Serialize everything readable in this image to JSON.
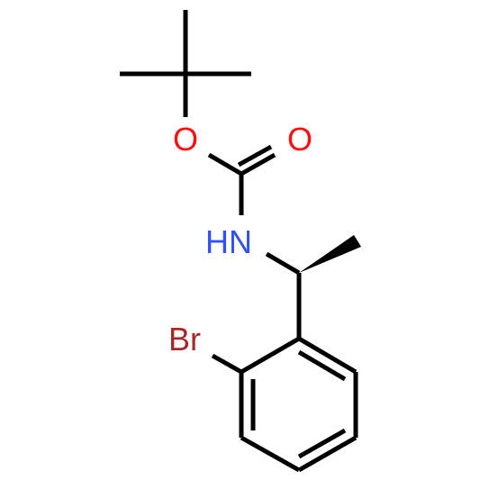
{
  "molecule": {
    "atoms": {
      "oxygen_ester": "O",
      "oxygen_carbonyl": "O",
      "nitrogen": "HN",
      "bromine": "Br"
    },
    "colors": {
      "bond": "#000000",
      "oxygen": "#ff0d0d",
      "nitrogen": "#3050f8",
      "bromine": "#a62929",
      "background": "#ffffff"
    }
  }
}
